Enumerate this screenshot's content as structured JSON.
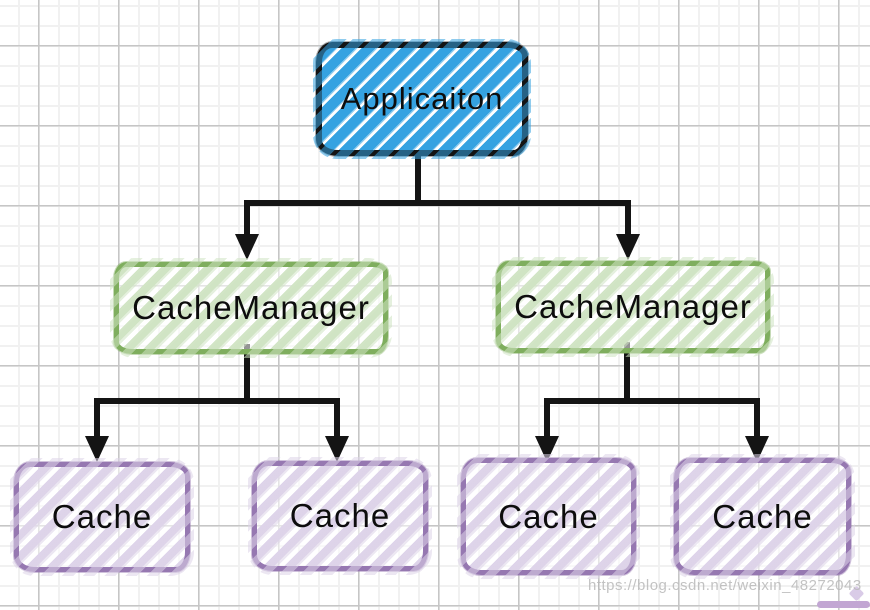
{
  "diagram": {
    "type": "tree",
    "nodes": {
      "application": {
        "label": "Applicaiton"
      },
      "cache_manager_left": {
        "label": "CacheManager"
      },
      "cache_manager_right": {
        "label": "CacheManager"
      },
      "cache_1": {
        "label": "Cache"
      },
      "cache_2": {
        "label": "Cache"
      },
      "cache_3": {
        "label": "Cache"
      },
      "cache_4": {
        "label": "Cache"
      }
    },
    "edges": [
      {
        "from": "application",
        "to": "cache_manager_left"
      },
      {
        "from": "application",
        "to": "cache_manager_right"
      },
      {
        "from": "cache_manager_left",
        "to": "cache_1"
      },
      {
        "from": "cache_manager_left",
        "to": "cache_2"
      },
      {
        "from": "cache_manager_right",
        "to": "cache_3"
      },
      {
        "from": "cache_manager_right",
        "to": "cache_4"
      }
    ],
    "colors": {
      "application_fill": "#35a2e1",
      "application_border": "#141414",
      "manager_fill": "#d2e5c6",
      "manager_border": "#7fae5e",
      "cache_fill": "#ded4ea",
      "cache_border": "#9678b1",
      "edge": "#141414",
      "grid_major": "#c6c6c6",
      "grid_minor": "#f1f1f1"
    }
  },
  "watermark": {
    "text": "https://blog.csdn.net/weixin_48272043"
  }
}
